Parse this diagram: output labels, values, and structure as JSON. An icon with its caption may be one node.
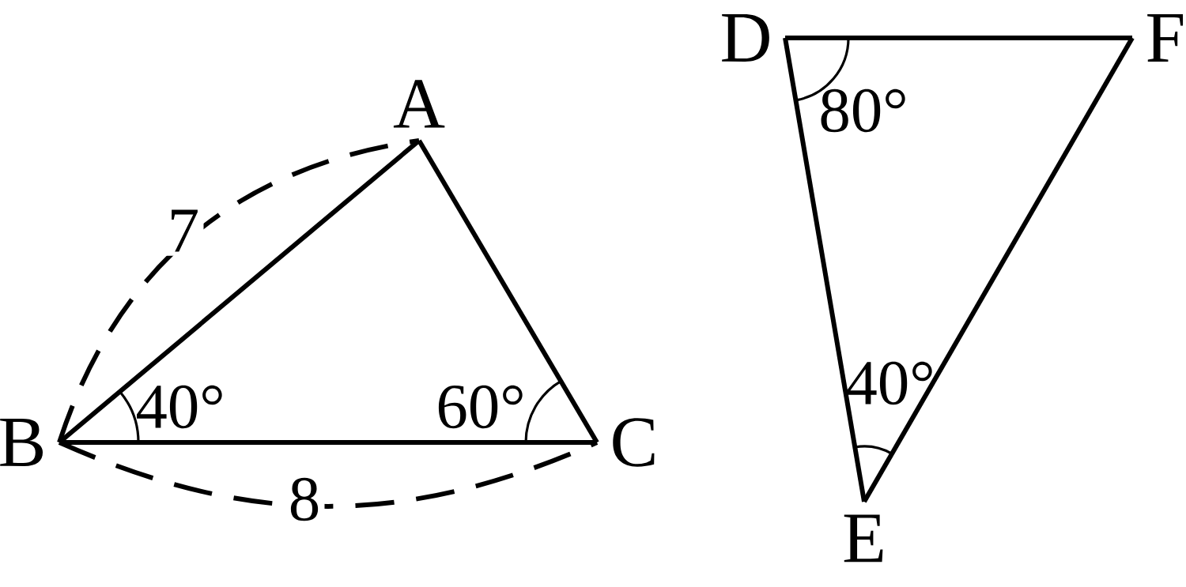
{
  "diagram": {
    "nodes": [
      {
        "text": [
          "A"
        ]
      },
      {
        "text": [
          "B"
        ]
      },
      {
        "text": [
          "C"
        ]
      },
      {
        "text": [
          "D"
        ]
      },
      {
        "text": [
          "F"
        ]
      },
      {
        "text": [
          "E"
        ]
      }
    ],
    "edges": [
      {
        "from": 1,
        "to": 0,
        "arrow": "none"
      },
      {
        "from": 1,
        "to": 2,
        "arrow": "none"
      },
      {
        "from": 2,
        "to": 0,
        "arrow": "none"
      },
      {
        "from": 3,
        "to": 4,
        "arrow": "none"
      },
      {
        "from": 4,
        "to": 5,
        "arrow": "none"
      },
      {
        "from": 5,
        "to": 3,
        "arrow": "none"
      },
      {
        "from": 1,
        "to": 0,
        "arrow": "none",
        "style": "dashed",
        "label": "7"
      },
      {
        "from": 1,
        "to": 2,
        "arrow": "none",
        "style": "dashed",
        "label": "8"
      }
    ],
    "labels": [
      "40°",
      "60°",
      "80°",
      "40°"
    ]
  }
}
